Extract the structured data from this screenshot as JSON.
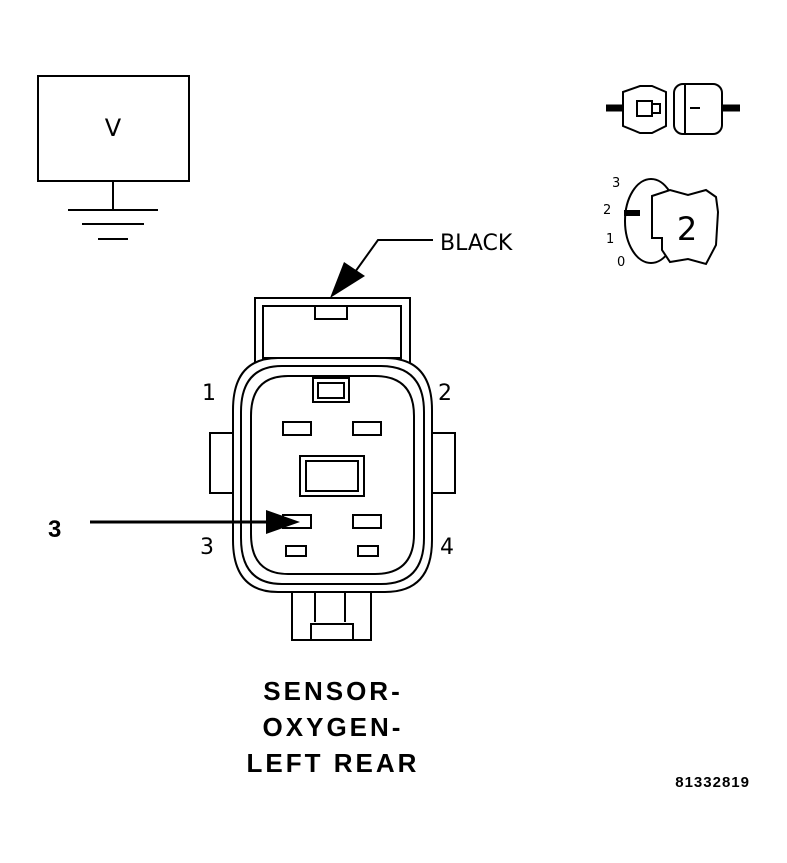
{
  "meter": {
    "label": "V"
  },
  "connector": {
    "color_callout": "BLACK",
    "pins": {
      "p1": "1",
      "p2": "2",
      "p3": "3",
      "p4": "4"
    }
  },
  "callout": {
    "number": "3"
  },
  "probe_icon": {
    "scale": [
      "3",
      "2",
      "1",
      "0"
    ],
    "tip_label": "2"
  },
  "title": {
    "line1": "SENSOR-",
    "line2": "OXYGEN-",
    "line3": "LEFT REAR"
  },
  "figure_id": "81332819"
}
